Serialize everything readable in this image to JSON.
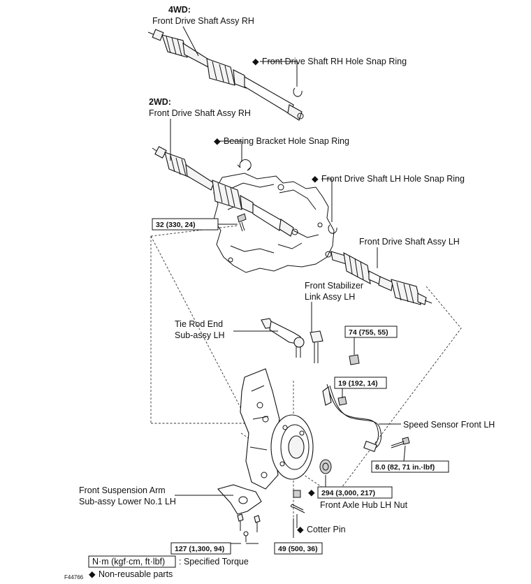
{
  "labels": {
    "fwd4_heading": "4WD:",
    "fwd4_shaft_rh": "Front Drive Shaft Assy RH",
    "rh_hole_snap_ring": "Front Drive Shaft RH Hole Snap Ring",
    "fwd2_heading": "2WD:",
    "fwd2_shaft_rh": "Front Drive Shaft Assy RH",
    "bearing_bracket_snap_ring": "Bearing Bracket Hole Snap Ring",
    "lh_hole_snap_ring": "Front Drive Shaft LH Hole Snap Ring",
    "shaft_lh": "Front Drive Shaft Assy LH",
    "stabilizer_link_line1": "Front Stabilizer",
    "stabilizer_link_line2": "Link Assy LH",
    "tie_rod_line1": "Tie Rod End",
    "tie_rod_line2": "Sub-assy LH",
    "speed_sensor": "Speed Sensor Front LH",
    "axle_hub_nut": "Front Axle Hub LH Nut",
    "cotter_pin": "Cotter Pin",
    "suspension_arm_line1": "Front  Suspension  Arm",
    "suspension_arm_line2": "Sub-assy Lower No.1 LH"
  },
  "torques": {
    "bracket_bolt": "32 (330, 24)",
    "stabilizer_nut": "74 (755, 55)",
    "sensor_clamp_bolt": "19 (192, 14)",
    "sensor_bolt": "8.0 (82, 71 in.·lbf)",
    "hub_nut": "294 (3,000, 217)",
    "arm_bolts": "127 (1,300, 94)",
    "tie_rod_nut": "49 (500, 36)"
  },
  "legend": {
    "unit_box": "N·m (kgf·cm, ft·lbf)",
    "unit_meaning": ": Specified Torque",
    "non_reusable": "Non-reusable parts"
  },
  "figure_code": "F44766",
  "marker_glyph": "◆"
}
